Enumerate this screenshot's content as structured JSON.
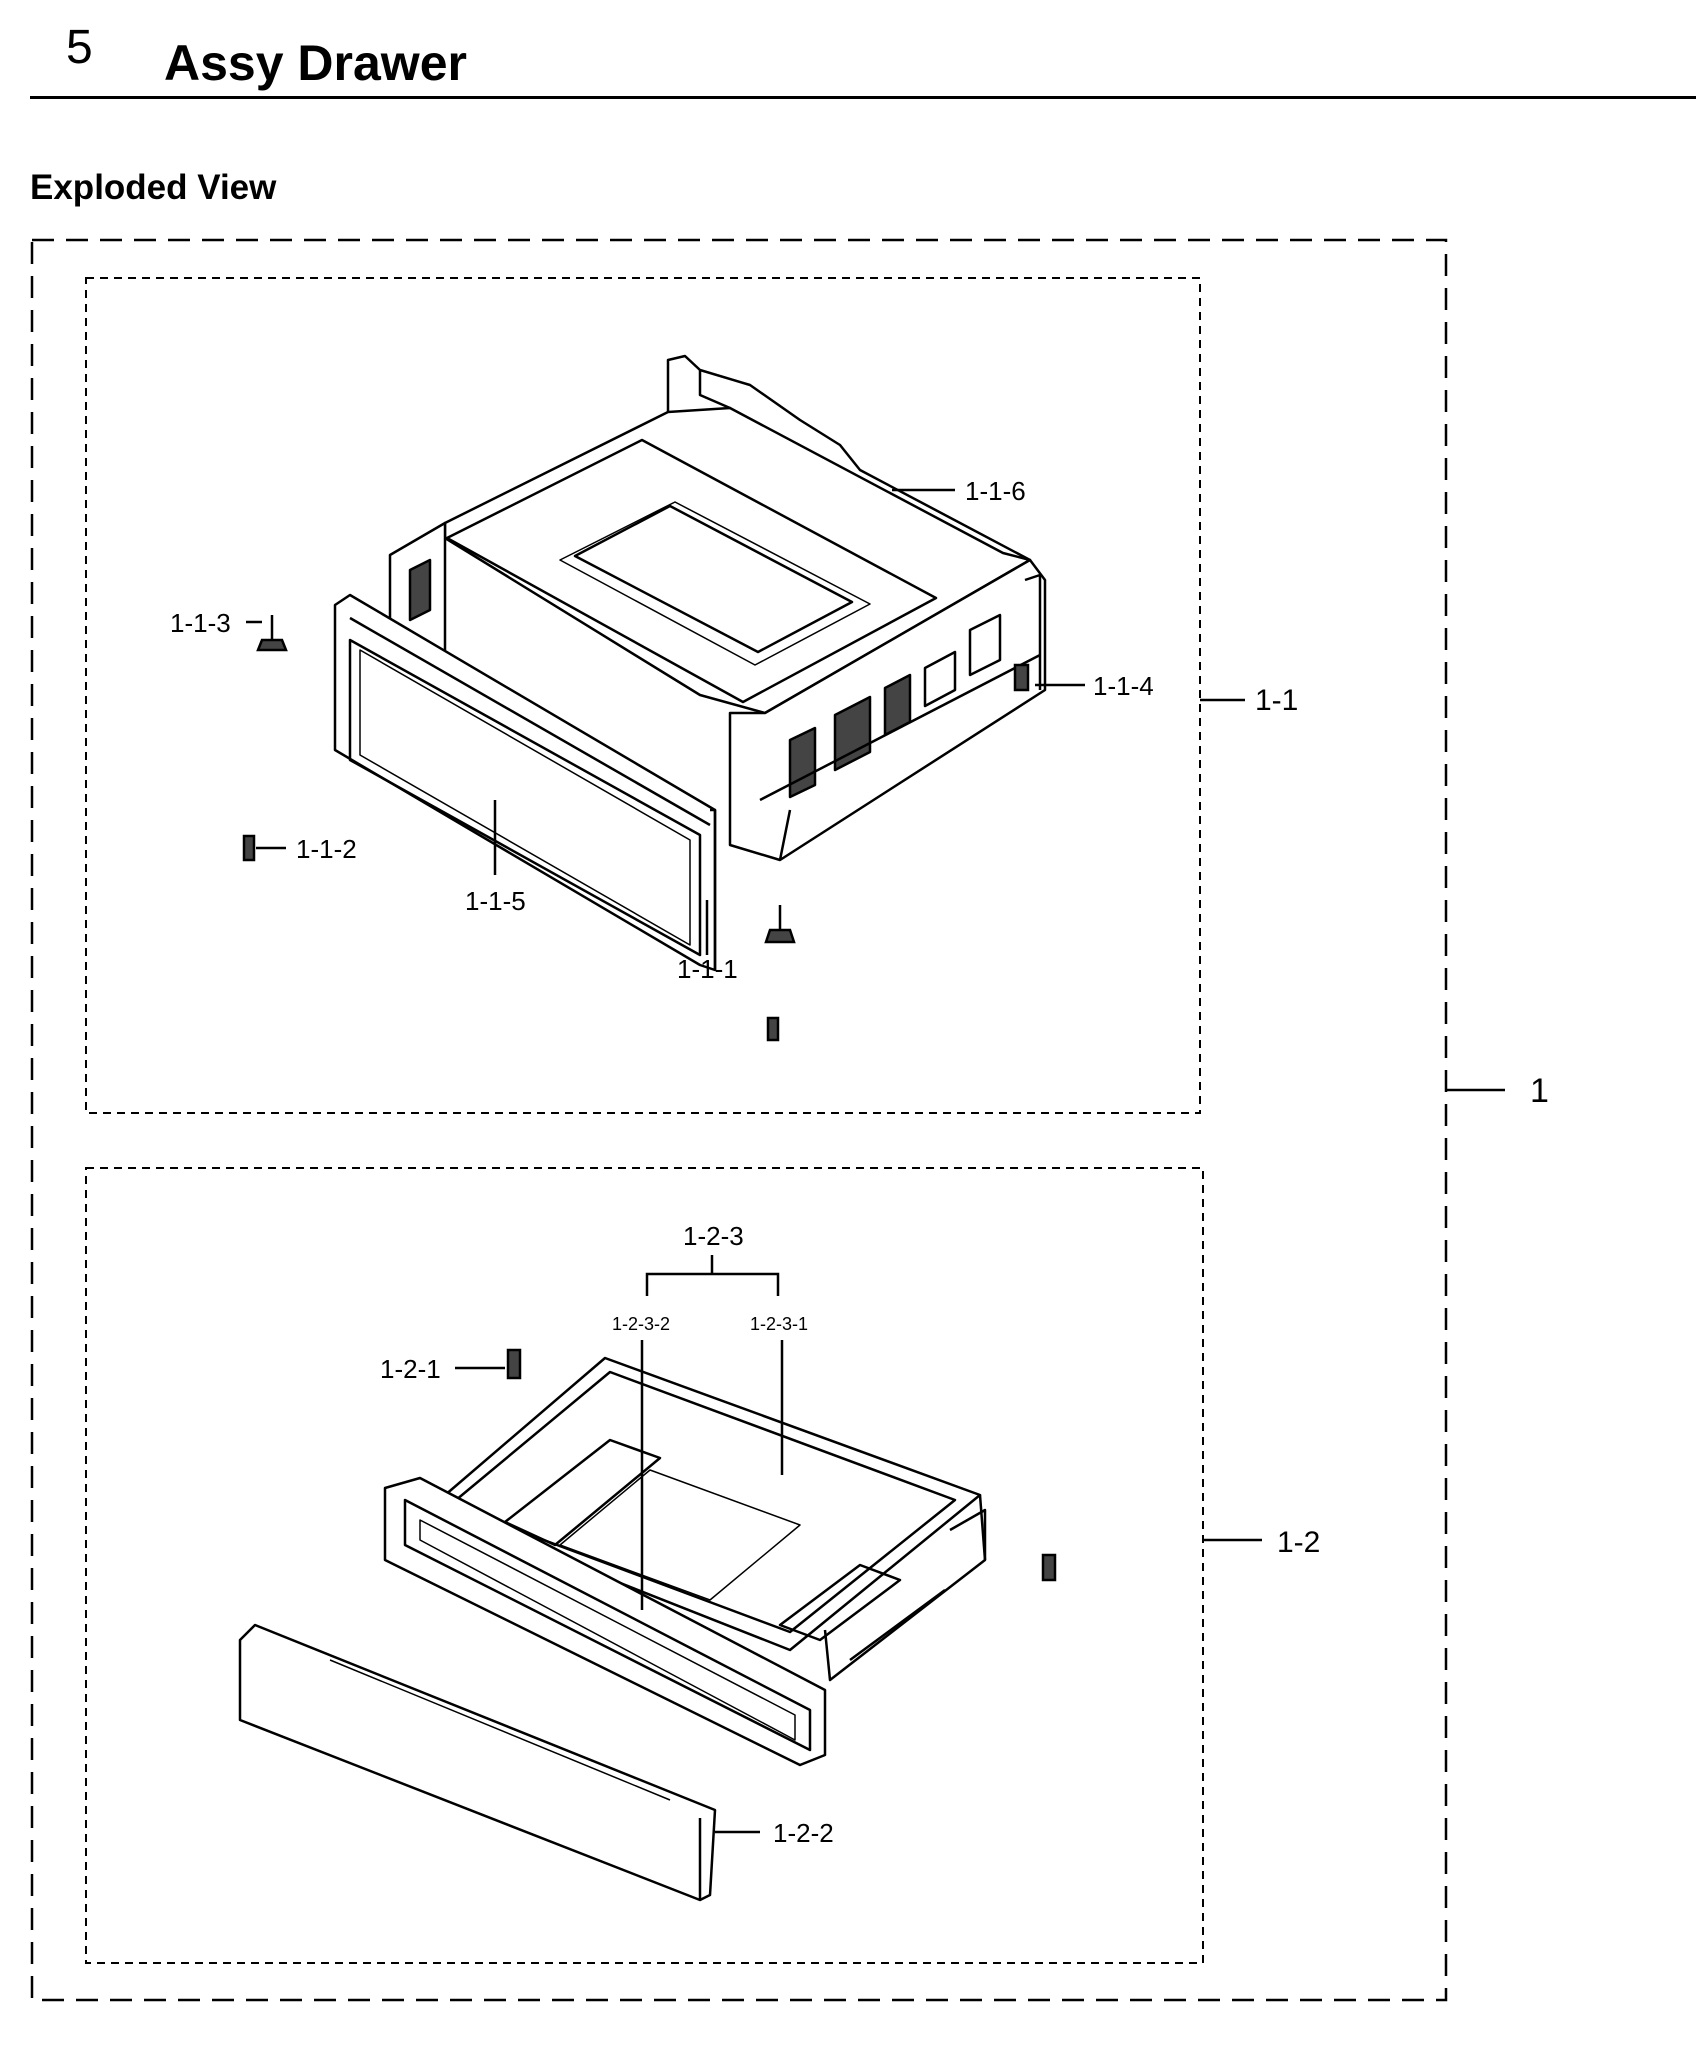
{
  "header": {
    "section_number": "5",
    "title": "Assy Drawer"
  },
  "subtitle": "Exploded View",
  "labels": {
    "p1": "1",
    "p1_1": "1-1",
    "p1_1_1": "1-1-1",
    "p1_1_2": "1-1-2",
    "p1_1_3": "1-1-3",
    "p1_1_4": "1-1-4",
    "p1_1_5": "1-1-5",
    "p1_1_6": "1-1-6",
    "p1_2": "1-2",
    "p1_2_1": "1-2-1",
    "p1_2_2": "1-2-2",
    "p1_2_3": "1-2-3",
    "p1_2_3_1": "1-2-3-1",
    "p1_2_3_2": "1-2-3-2"
  }
}
